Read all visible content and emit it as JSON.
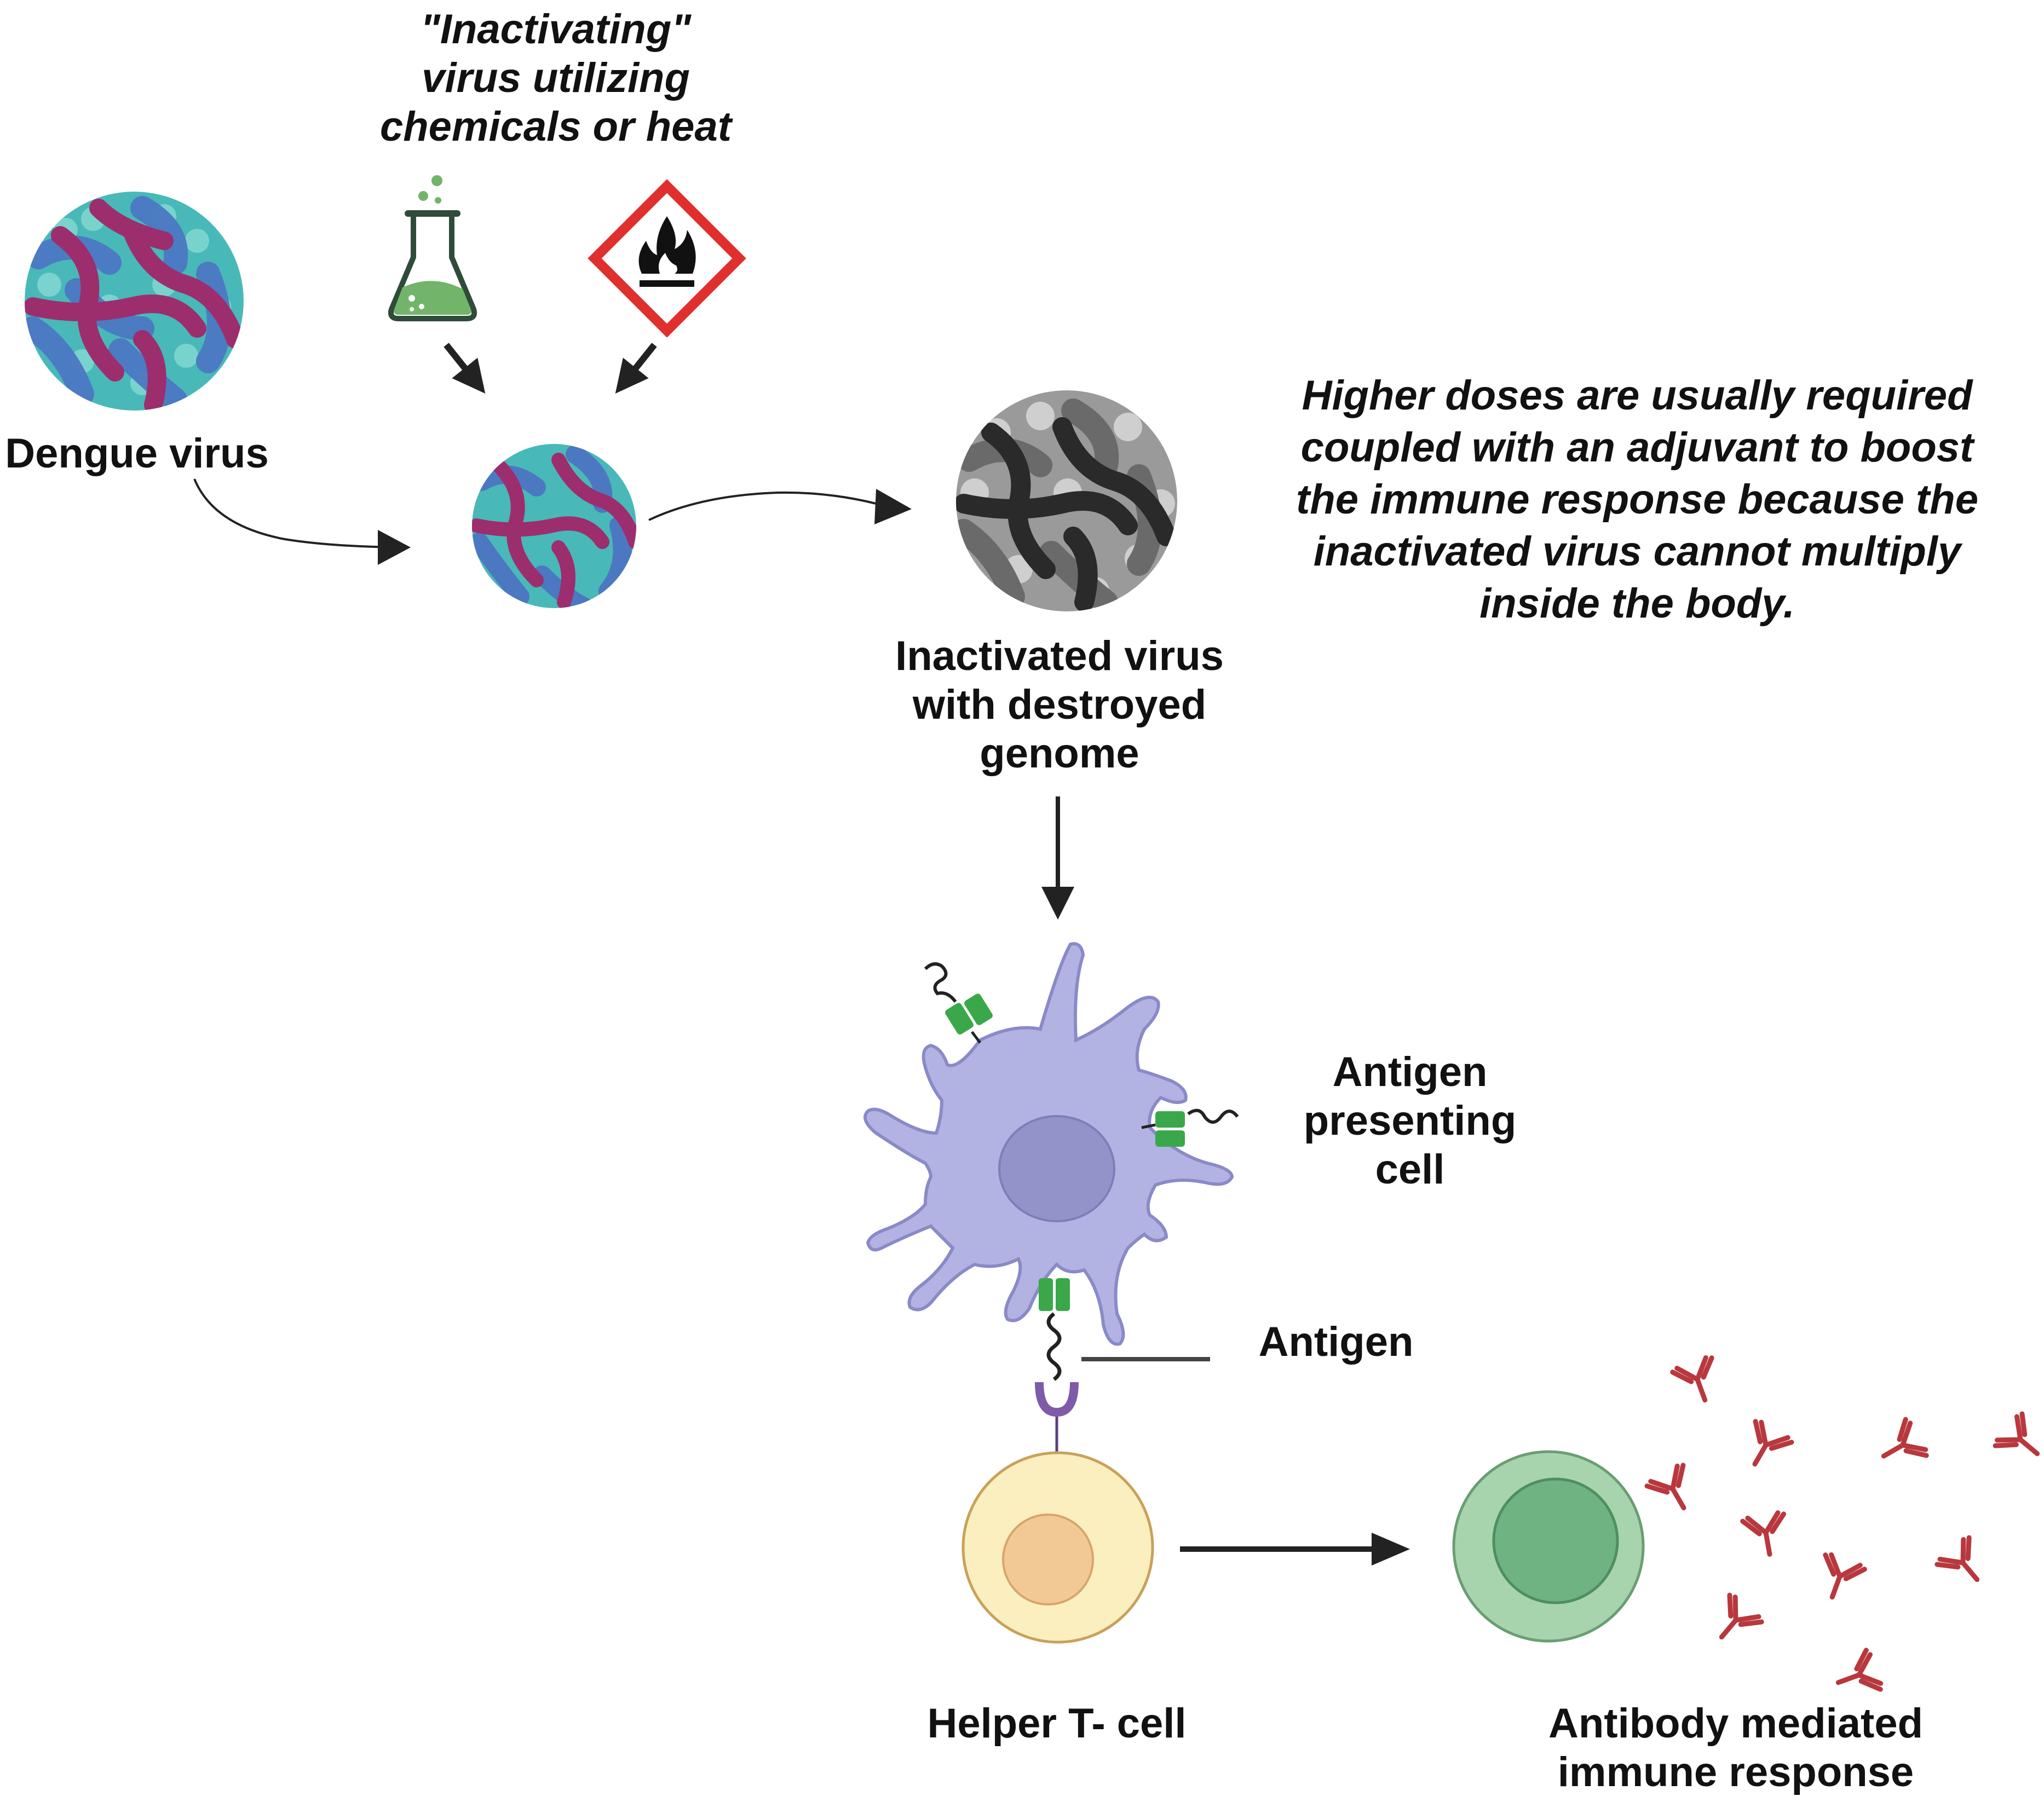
{
  "labels": {
    "inactivating_line1": "\"Inactivating\"",
    "inactivating_line2": "virus utilizing",
    "inactivating_line3": "chemicals or heat",
    "dengue_virus": "Dengue virus",
    "inactivated_line1": "Inactivated virus",
    "inactivated_line2": "with destroyed",
    "inactivated_line3": "genome",
    "note_line1": "Higher doses are usually required",
    "note_line2": "coupled with an adjuvant to boost",
    "note_line3": "the immune response because the",
    "note_line4": "inactivated virus cannot multiply",
    "note_line5": "inside the body.",
    "apc_line1": "Antigen",
    "apc_line2": "presenting",
    "apc_line3": "cell",
    "antigen": "Antigen",
    "helper_t": "Helper T- cell",
    "antibody_line1": "Antibody mediated",
    "antibody_line2": "immune response"
  },
  "icons": {
    "flask": "chemical-flask-icon",
    "flame": "flammable-hazard-icon",
    "dengue": "dengue-virus-icon",
    "treated": "treated-virus-icon",
    "inactivated": "inactivated-virus-icon",
    "apc": "antigen-presenting-cell-icon",
    "tcell": "helper-t-cell-icon",
    "bcell": "plasma-cell-icon",
    "antibody": "antibody-icon"
  },
  "colors": {
    "virus_teal": "#49b8b8",
    "virus_blue": "#4c78c2",
    "virus_magenta": "#9c2e6e",
    "apc_fill": "#b3b3e3",
    "apc_nucleus": "#9393c9",
    "receptor_green": "#3aa84a",
    "tcell_fill": "#fbefc0",
    "tcell_nucleus": "#f2c995",
    "bcell_fill": "#a8d4ad",
    "bcell_nucleus": "#6fb383",
    "antibody_red": "#b8383d",
    "hazard_red": "#e0302e",
    "flask_green": "#72b46a",
    "arrow": "#222222"
  }
}
